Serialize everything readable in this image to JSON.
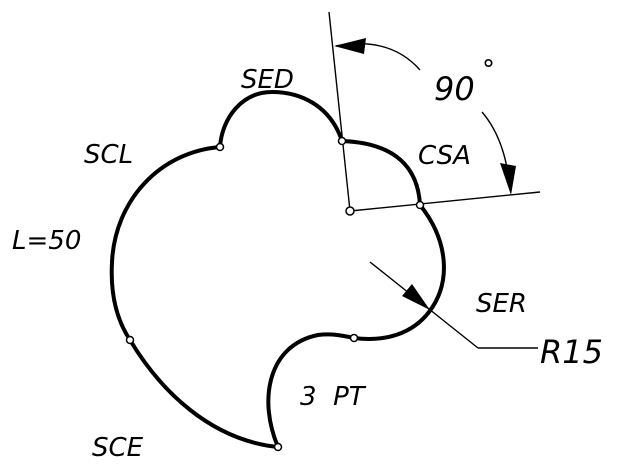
{
  "labels": {
    "sed": "SED",
    "scl": "SCL",
    "l50": "L=50",
    "sce": "SCE",
    "csa": "CSA",
    "ser": "SER",
    "r15": "R15",
    "three_pt": "3  PT",
    "angle": "90",
    "degree": "°"
  },
  "colors": {
    "stroke": "#000000",
    "background": "#ffffff"
  }
}
